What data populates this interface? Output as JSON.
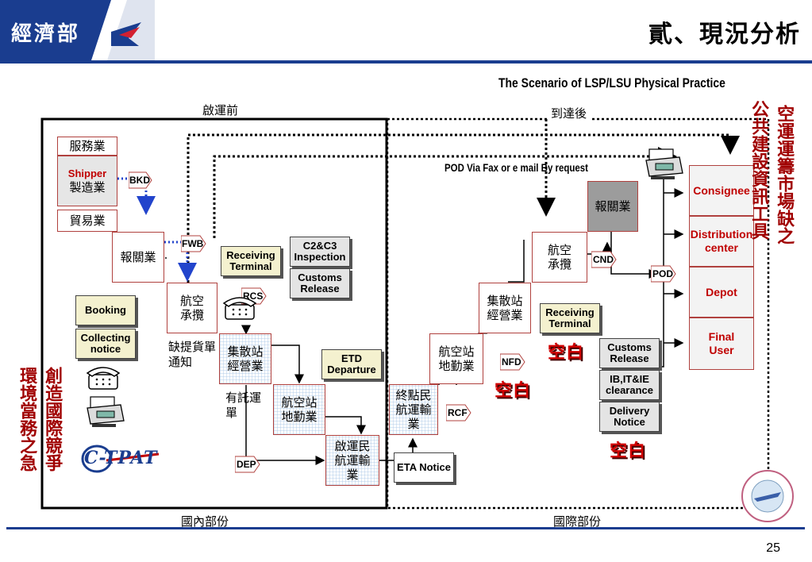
{
  "header": {
    "ministry": "經濟部",
    "slide_title": "貳、現況分析",
    "subtitle": "The Scenario of  LSP/LSU Physical Practice"
  },
  "sections": {
    "before_label": "啟運前",
    "after_label": "到達後",
    "domestic_label": "國內部份",
    "international_label": "國際部份"
  },
  "left_vertical": [
    "環境當務之急",
    "創造國際競爭"
  ],
  "right_vertical": [
    "空運運籌市場缺之",
    "公共建設資訊工具"
  ],
  "nodes": {
    "service": "服務業",
    "shipper": "Shipper",
    "manufacturer": "製造業",
    "trading": "貿易業",
    "customs_broker_left": "報關業",
    "airline_agent_left": "航空承攬",
    "cargo_station_left": "集散站經營業",
    "ground_handling_left": "航空站地勤業",
    "airline_left": "啟運民航運輸業",
    "airline_right": "終點民航運輸業",
    "ground_handling_right": "航空站地勤業",
    "cargo_station_right": "集散站經營業",
    "airline_agent_right": "航空承攬",
    "customs_broker_right": "報關業"
  },
  "grey_boxes": {
    "c2c3": "C2&C3 Inspection",
    "customs_release_left": "Customs Release",
    "etd": "ETD Departure",
    "eta": "ETA Notice",
    "customs_release_right": "Customs Release",
    "ib_it_ie": "IB,IT&IE clearance",
    "delivery_notice": "Delivery Notice"
  },
  "olive_boxes": {
    "receiving_left": "Receiving Terminal",
    "booking": "Booking",
    "collecting": "Collecting notice",
    "receiving_right": "Receiving Terminal"
  },
  "right_column": [
    "Consignee",
    "Distribution center",
    "Depot",
    "Final User"
  ],
  "tags": [
    "BKD",
    "FWB",
    "RCS",
    "DEP",
    "RCF",
    "NFD",
    "CND",
    "POD"
  ],
  "notes": {
    "pod_fax": "POD Via Fax or e mail By request",
    "missing_doc": "缺提貨單通知",
    "consign": "有託運單",
    "kongbai": "空白"
  },
  "logo_text": "C-TPAT",
  "page_number": "25",
  "colors": {
    "header_blue": "#1a3d8f",
    "accent_red": "#c00000",
    "box_border": "#b0413e"
  }
}
